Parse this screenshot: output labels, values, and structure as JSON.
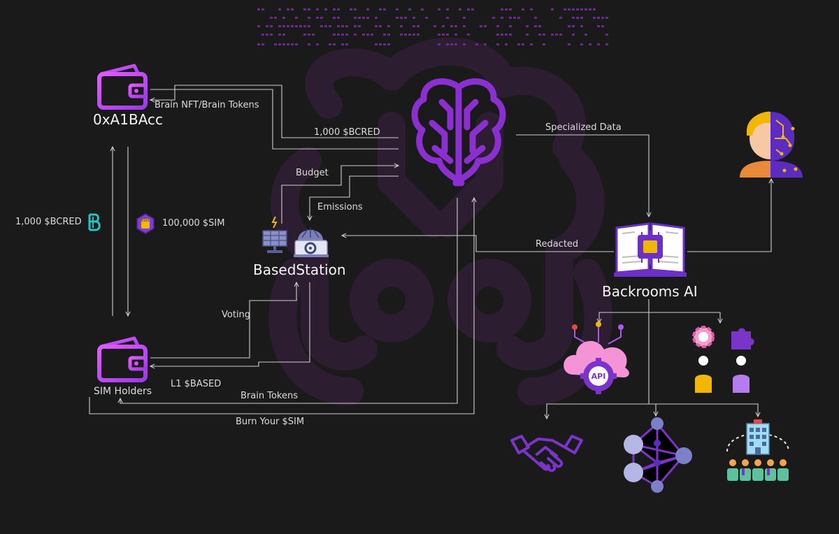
{
  "nodes": {
    "wallet_top": {
      "label": "0xA1BAcc"
    },
    "sim_holders": {
      "label": "SIM Holders"
    },
    "based_station": {
      "label": "BasedStation"
    },
    "backrooms_ai": {
      "label": "Backrooms AI"
    },
    "api_badge": {
      "label": "API"
    }
  },
  "edges": {
    "brain_nft": "Brain NFT/Brain Tokens",
    "bcred_to_brain": "1,000 $BCRED",
    "specialized_data": "Specialized Data",
    "budget": "Budget",
    "emissions": "Emissions",
    "redacted": "Redacted",
    "voting": "Voting",
    "l1_based": "L1 $BASED",
    "brain_tokens": "Brain Tokens",
    "burn_sim": "Burn Your $SIM"
  },
  "tokens": {
    "bcred": "1,000 $BCRED",
    "sim": "100,000 $SIM",
    "sim_chip": "0101"
  },
  "colors": {
    "background": "#1b1a1b",
    "purple": "#8b2fd1",
    "violet": "#b057f0",
    "magenta": "#d452ff",
    "teal": "#22c7c2",
    "gold": "#f2b705",
    "line": "#cfcfcf"
  }
}
